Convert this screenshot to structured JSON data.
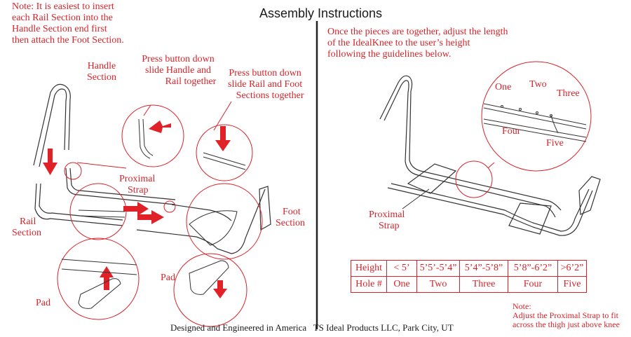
{
  "title": "Assembly Instructions",
  "note_top_left": [
    "Note: It is easiest to insert",
    "each Rail Section into the",
    "Handle Section end first",
    "then attach the Foot Section."
  ],
  "labels": {
    "handle_section": [
      "Handle",
      "Section"
    ],
    "press_handle_rail": [
      "Press button down",
      "slide Handle and",
      "Rail together"
    ],
    "press_rail_foot": [
      "Press button down",
      "slide Rail and Foot",
      "Sections together"
    ],
    "proximal_strap_left": [
      "Proximal",
      "Strap"
    ],
    "rail_section": [
      "Rail",
      "Section"
    ],
    "foot_section": [
      "Foot",
      "Section"
    ],
    "pad_upper": "Pad",
    "pad_lower": "Pad",
    "proximal_strap_right": [
      "Proximal",
      "Strap"
    ]
  },
  "right_instructions": [
    "Once the pieces are together, adjust the length",
    "of the IdealKnee to the user’s height",
    "following the guidelines below."
  ],
  "hole_labels": [
    "One",
    "Two",
    "Three",
    "Four",
    "Five"
  ],
  "height_table": {
    "row1_header": "Height",
    "row2_header": "Hole #",
    "heights": [
      "< 5’",
      "5’5’-5’4”",
      "5’4”-5’8”",
      "5’8”-6’2”",
      ">6’2”"
    ],
    "holes": [
      "One",
      "Two",
      "Three",
      "Four",
      "Five"
    ]
  },
  "note_bottom_right": [
    "Note:",
    "Adjust the Proximal Strap to fit",
    "across the thigh just above knee"
  ],
  "footer": "Designed and Engineered in America   TS Ideal Products LLC, Park City, UT",
  "colors": {
    "accent": "#d8232a",
    "ink": "#1a1a1a"
  }
}
